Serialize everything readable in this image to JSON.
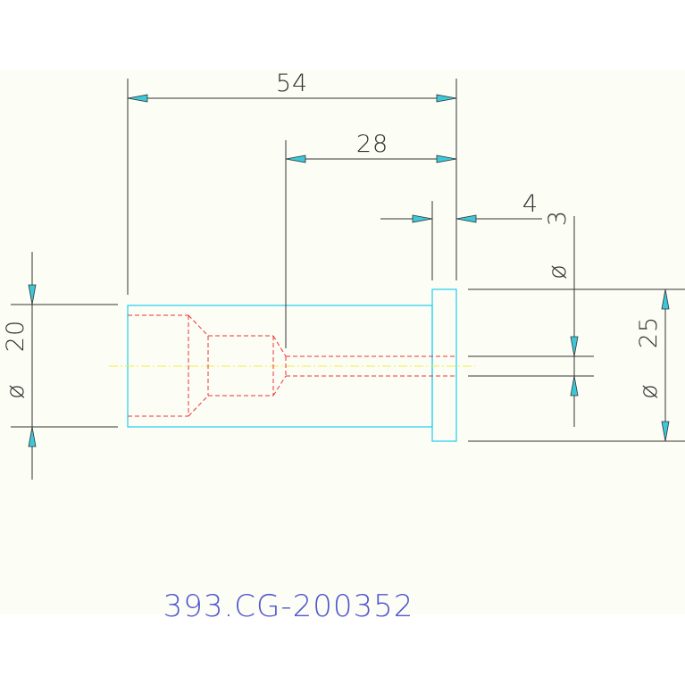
{
  "drawing": {
    "part_number": "393.CG-200352",
    "dimensions": {
      "overall_length": "54",
      "bore_depth": "28",
      "head_thickness": "4",
      "shank_diameter": {
        "symbol": "ø",
        "value": "20"
      },
      "head_diameter": {
        "symbol": "ø",
        "value": "25"
      },
      "hole_diameter": {
        "symbol": "ø",
        "value": "3"
      }
    },
    "colors": {
      "paper": "#fcfdf5",
      "outline": "#22ccee",
      "hidden": "#ee3333",
      "centerline": "#eeee44",
      "dimension": "#333333",
      "arrow_fill": "#3cc8d8",
      "part_number": "#5055d0"
    }
  }
}
